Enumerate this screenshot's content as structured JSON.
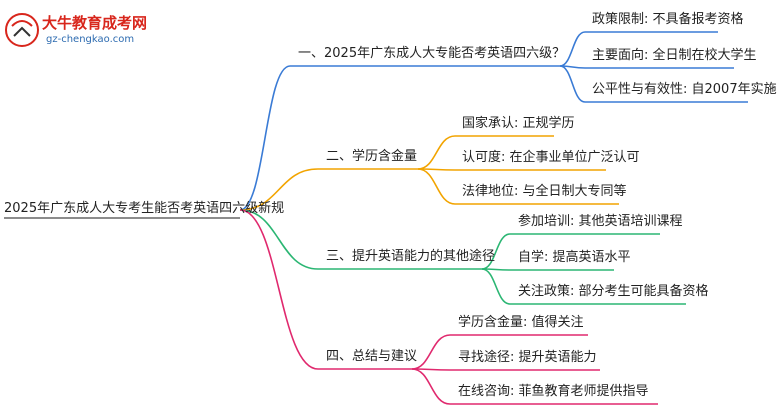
{
  "logo": {
    "title": "大牛教育成考网",
    "url": "gz-chengkao.com",
    "mark_text": "大牛"
  },
  "root": {
    "label": "2025年广东成人大专考生能否考英语四六级新规"
  },
  "colors": {
    "branch1": "#3a7bd5",
    "branch2": "#f2a400",
    "branch3": "#2bb673",
    "branch4": "#e0296e"
  },
  "branches": [
    {
      "label": "一、2025年广东成人大专能否考英语四六级？",
      "children": [
        "政策限制: 不具备报考资格",
        "主要面向: 全日制在校大学生",
        "公平性与有效性: 自2007年实施"
      ]
    },
    {
      "label": "二、学历含金量",
      "children": [
        "国家承认: 正规学历",
        "认可度: 在企事业单位广泛认可",
        "法律地位: 与全日制大专同等"
      ]
    },
    {
      "label": "三、提升英语能力的其他途径",
      "children": [
        "参加培训: 其他英语培训课程",
        "自学: 提高英语水平",
        "关注政策: 部分考生可能具备资格"
      ]
    },
    {
      "label": "四、总结与建议",
      "children": [
        "学历含金量: 值得关注",
        "寻找途径: 提升英语能力",
        "在线咨询: 菲鱼教育老师提供指导"
      ]
    }
  ]
}
